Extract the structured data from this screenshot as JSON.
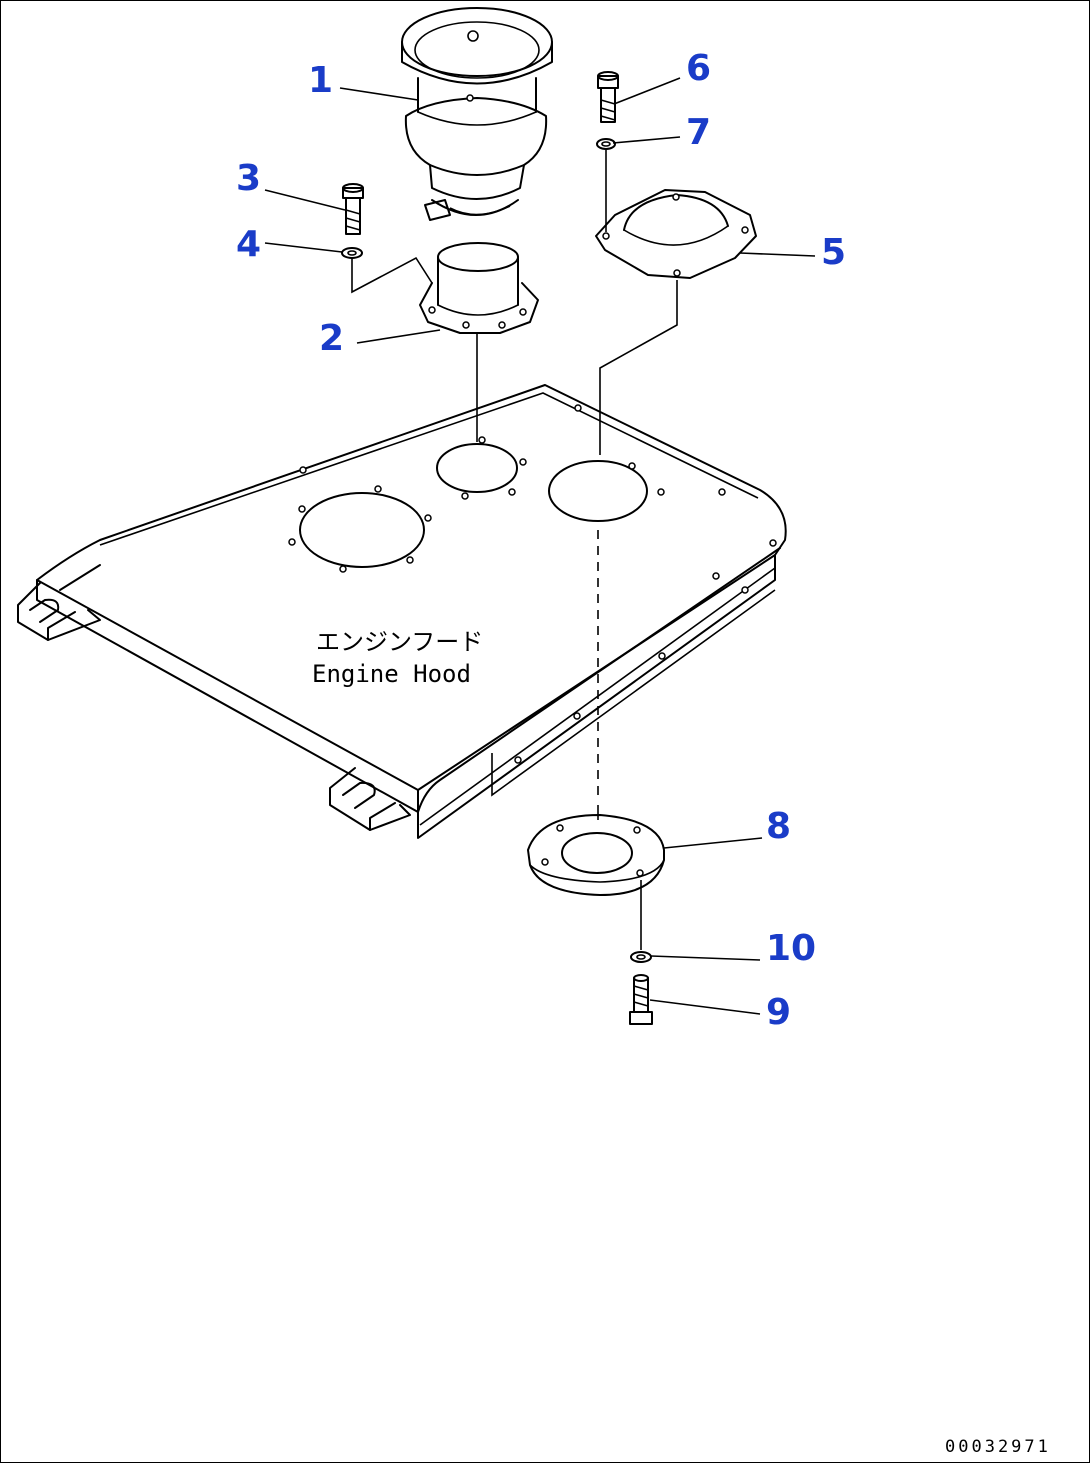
{
  "diagram": {
    "hood_label_jp": "エンジンフード",
    "hood_label_en": "Engine Hood",
    "drawing_number": "00032971",
    "callouts": [
      "1",
      "2",
      "3",
      "4",
      "5",
      "6",
      "7",
      "8",
      "9",
      "10"
    ],
    "callout_color": "#1a3cc8",
    "line_color": "#000000"
  }
}
